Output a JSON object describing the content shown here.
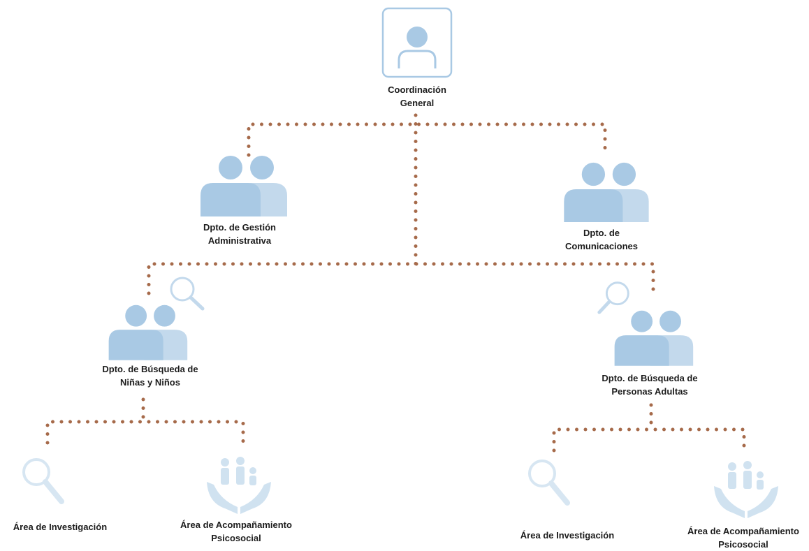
{
  "colors": {
    "connector": "#a66a4a",
    "icon_fill": "#a9c9e4",
    "icon_faint": "#d7e6f2",
    "text": "#1c1c1c"
  },
  "nodes": {
    "coordinacion": {
      "line1": "Coordinación",
      "line2": "General",
      "icon": "person-avatar-icon"
    },
    "gestion": {
      "line1": "Dpto. de Gestión",
      "line2": "Administrativa",
      "icon": "people-group-icon"
    },
    "comunicaciones": {
      "line1": "Dpto. de",
      "line2": "Comunicaciones",
      "icon": "people-group-icon"
    },
    "busqueda_ninos": {
      "line1": "Dpto. de Búsqueda de",
      "line2": "Niñas y Niños",
      "icon": "people-search-icon"
    },
    "busqueda_adultas": {
      "line1": "Dpto. de Búsqueda de",
      "line2": "Personas Adultas",
      "icon": "people-search-icon"
    },
    "investigacion_left": {
      "line1": "Área de Investigación",
      "icon": "magnifier-icon"
    },
    "acompanamiento_left": {
      "line1": "Área de Acompañamiento",
      "line2": "Psicosocial",
      "icon": "family-hands-icon"
    },
    "investigacion_right": {
      "line1": "Área de Investigación",
      "icon": "magnifier-icon"
    },
    "acompanamiento_right": {
      "line1": "Área de Acompañamiento",
      "line2": "Psicosocial",
      "icon": "family-hands-icon"
    }
  }
}
